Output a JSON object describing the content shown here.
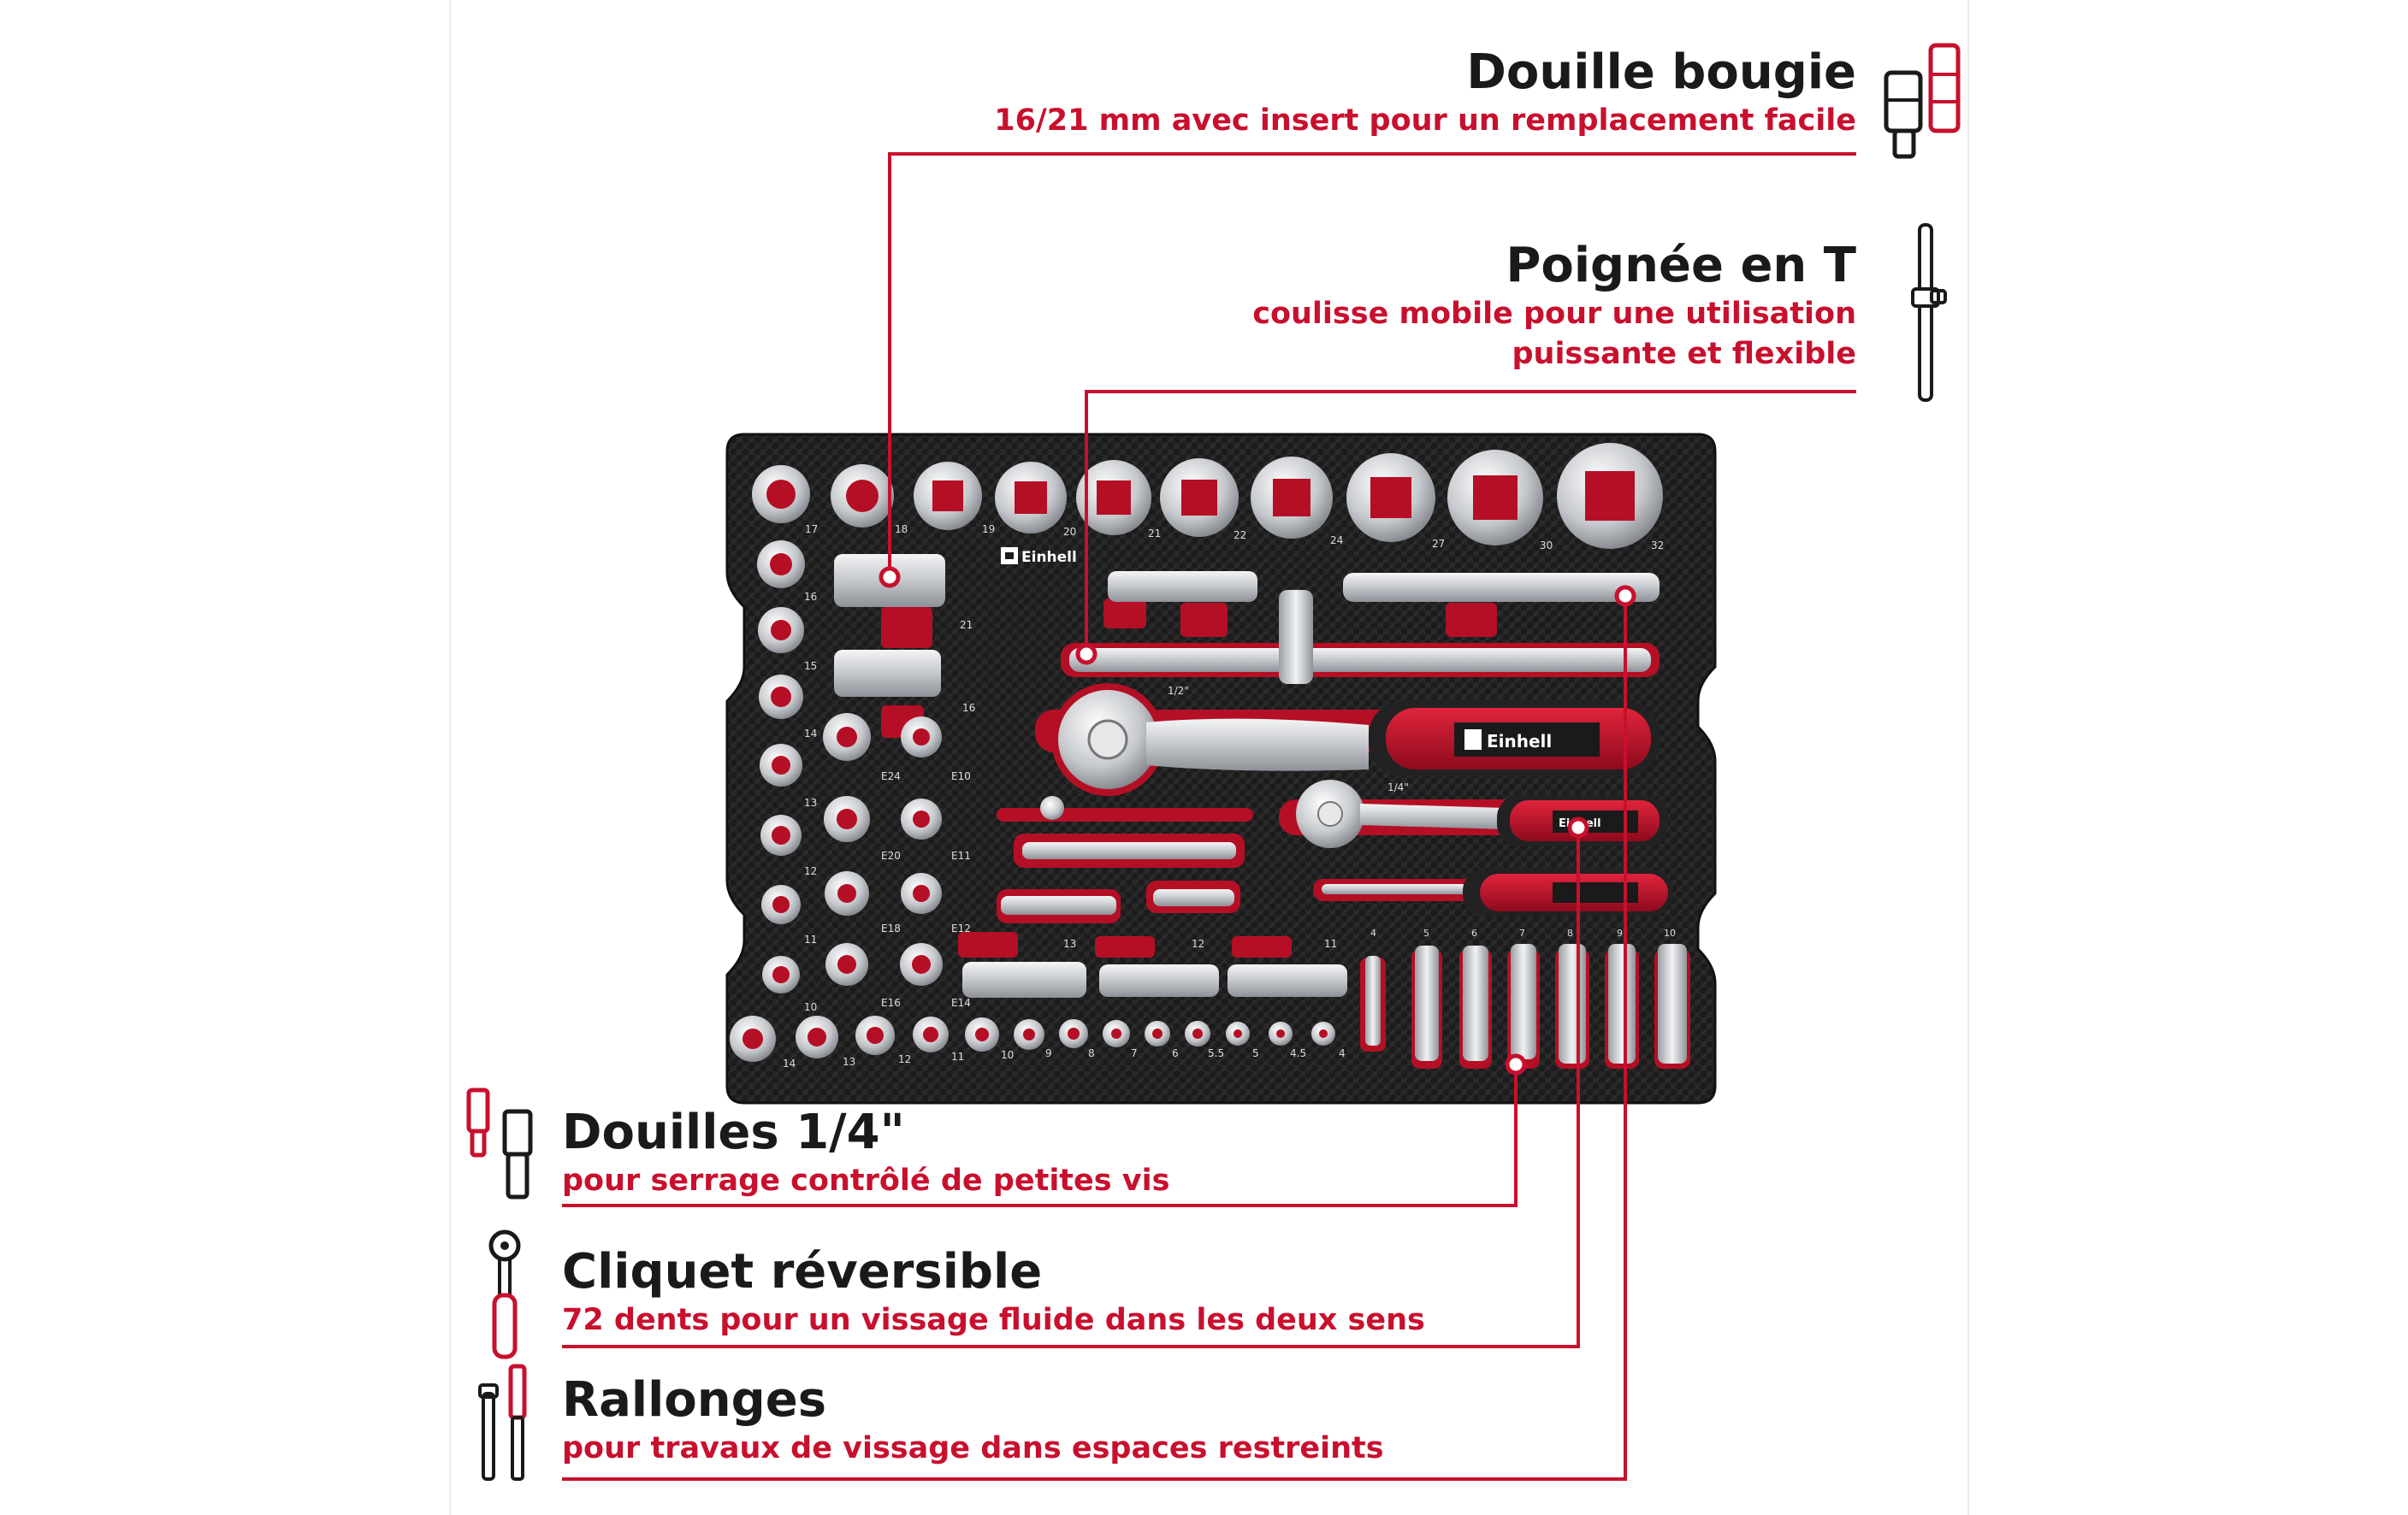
{
  "colors": {
    "accent": "#c8102e",
    "text": "#1a1a1a",
    "tray": "#1e1e1e",
    "metal": "#cfd2d6"
  },
  "brand": "Einhell",
  "callouts": {
    "spark_socket": {
      "title": "Douille bougie",
      "desc": "16/21 mm avec insert pour un remplacement facile",
      "icon": "spark-plug-socket-icon"
    },
    "t_handle": {
      "title": "Poignée en T",
      "desc_line1": "coulisse mobile pour une utilisation",
      "desc_line2": "puissante et flexible",
      "icon": "t-handle-icon"
    },
    "quarter_sockets": {
      "title": "Douilles 1/4\"",
      "desc": "pour serrage contrôlé de petites vis",
      "icon": "quarter-socket-icon"
    },
    "ratchet": {
      "title": "Cliquet réversible",
      "desc": "72 dents pour un vissage fluide dans les deux sens",
      "icon": "reversible-ratchet-icon"
    },
    "extensions": {
      "title": "Rallonges",
      "desc": "pour travaux de vissage dans espaces restreints",
      "icon": "extension-bar-icon"
    }
  },
  "tray": {
    "top_sockets": [
      "17",
      "18",
      "19",
      "20",
      "21",
      "22",
      "24",
      "27",
      "30",
      "32"
    ],
    "left_sockets": [
      "16",
      "15",
      "14",
      "13",
      "12",
      "11",
      "10"
    ],
    "bottom_sockets": [
      "14",
      "13",
      "12",
      "11",
      "10",
      "9",
      "8",
      "7",
      "6",
      "5.5",
      "5",
      "4.5",
      "4"
    ],
    "e_left": [
      "E24",
      "E20",
      "E18",
      "E16"
    ],
    "e_right": [
      "E10",
      "E11",
      "E12",
      "E14"
    ],
    "deep_quarter": [
      "4",
      "5",
      "6",
      "7",
      "8",
      "9",
      "10"
    ],
    "deep_half": [
      "13",
      "12",
      "11"
    ],
    "spark_sizes": [
      "21",
      "16"
    ],
    "drive_half": "1/2\"",
    "drive_quarter": "1/4\""
  }
}
